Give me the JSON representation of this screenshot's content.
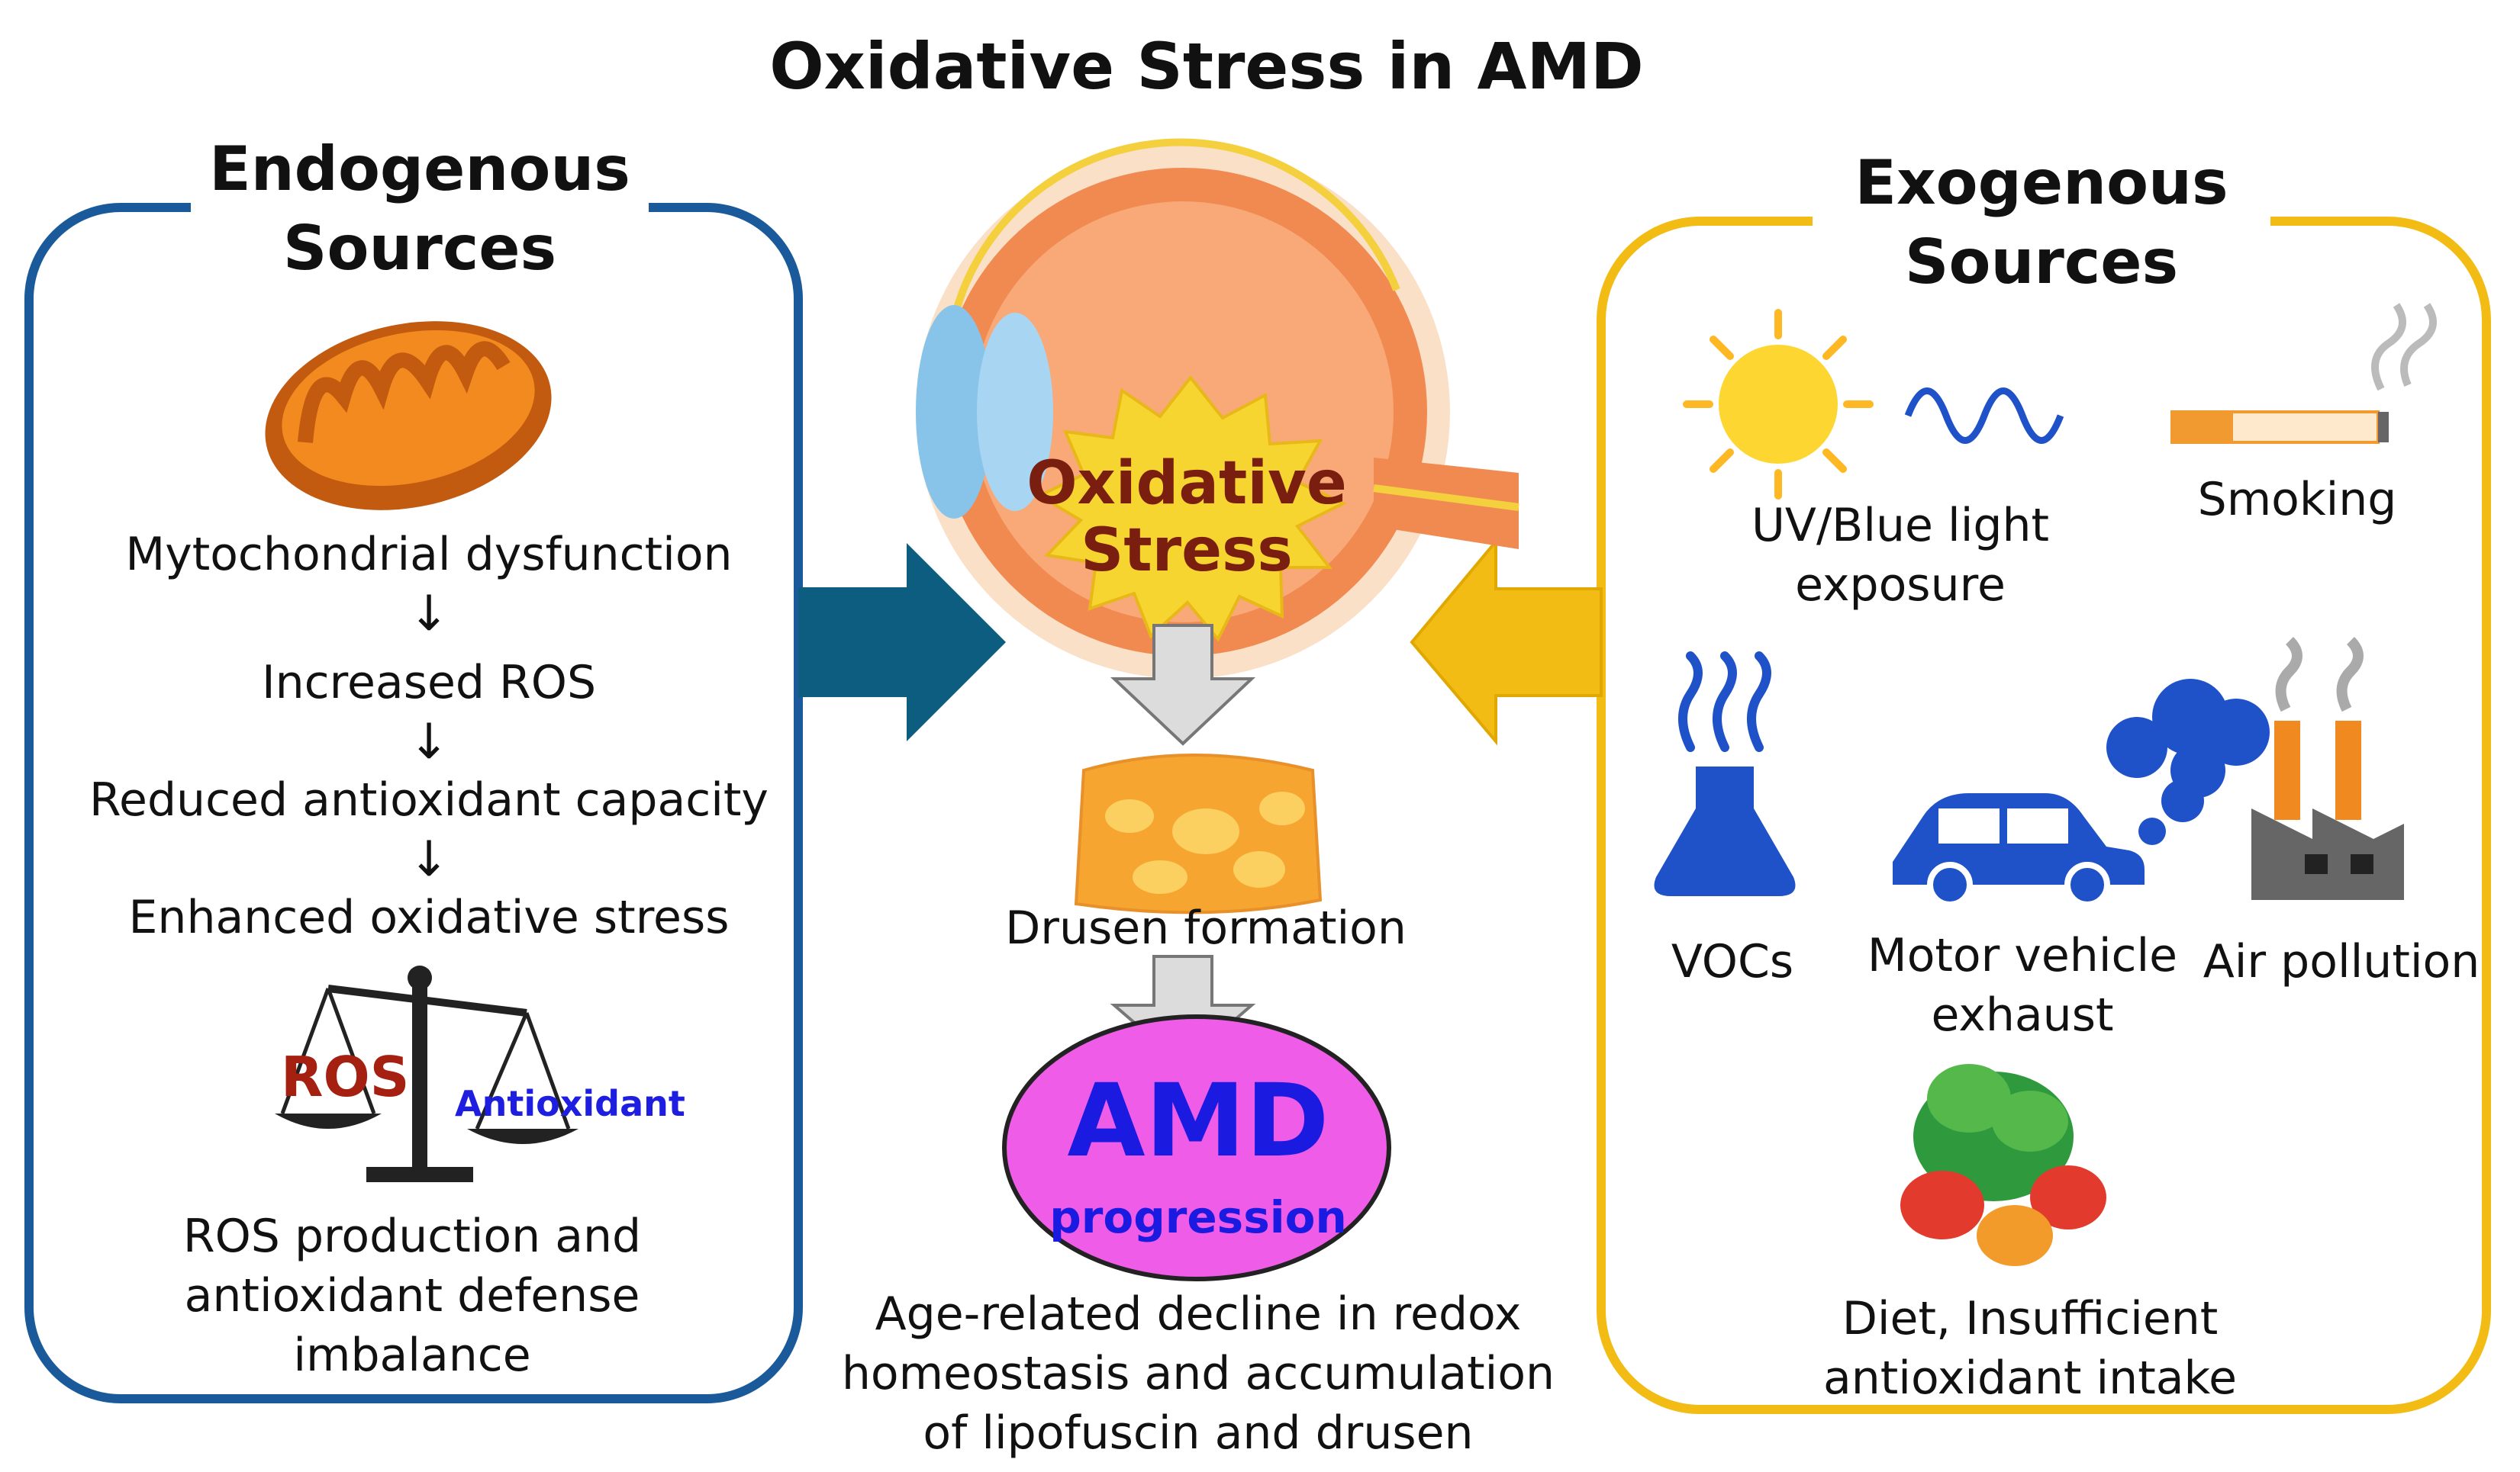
{
  "title": "Oxidative Stress in AMD",
  "endogenous": {
    "heading": "Endogenous\nSources",
    "steps": [
      "Mytochondrial dysfunction",
      "Increased ROS",
      "Reduced antioxidant capacity",
      "Enhanced oxidative stress"
    ],
    "step_arrow": "↓",
    "scale_left": "ROS",
    "scale_right": "Antioxidant",
    "summary": "ROS production and\nantioxidant defense\nimbalance",
    "color": "#1a5a9a"
  },
  "center": {
    "burst_label": "Oxidative\nStress",
    "drusen_label": "Drusen formation",
    "amd_title": "AMD",
    "amd_sub": "progression",
    "note": "Age-related decline in redox\nhomeostasis and accumulation\nof lipofuscin and drusen"
  },
  "exogenous": {
    "heading": "Exogenous\nSources",
    "items": [
      "UV/Blue light\nexposure",
      "Smoking",
      "VOCs",
      "Motor vehicle\nexhaust",
      "Air pollution",
      "Diet, Insufficient\nantioxidant intake"
    ],
    "color": "#f2bc14"
  }
}
